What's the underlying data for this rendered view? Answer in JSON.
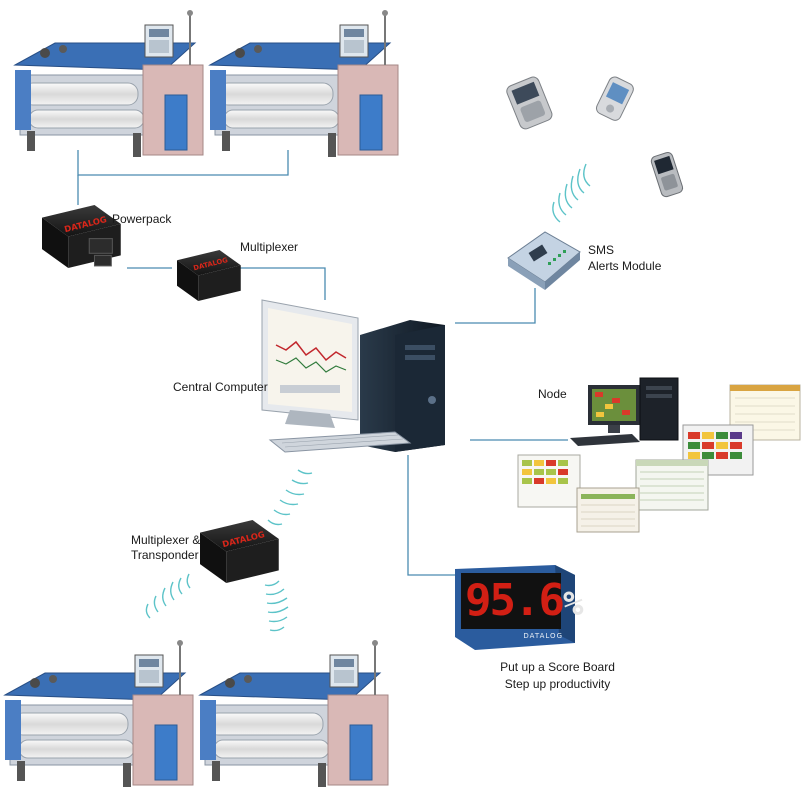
{
  "labels": {
    "powerpack": "Powerpack",
    "multiplexer": "Multiplexer",
    "sms_line1": "SMS",
    "sms_line2": "Alerts Module",
    "central_computer": "Central Computer",
    "node": "Node",
    "multiplexer_transponder_line1": "Multiplexer &",
    "multiplexer_transponder_line2": "Transponder",
    "scoreboard_line1": "Put up a Score Board",
    "scoreboard_line2": "Step up productivity"
  },
  "device_brand": "DATALOG",
  "scoreboard": {
    "reading": "95.6",
    "unit_symbol": "%"
  },
  "colors": {
    "connector": "#4a8bb0",
    "wireless": "#5cc3c8",
    "brand_red": "#d8261a",
    "scoreboard_frame": "#2b5c9e"
  },
  "icons": [
    "loom-machine-icon",
    "powerpack-box-icon",
    "multiplexer-box-icon",
    "transponder-box-icon",
    "central-computer-icon",
    "sms-module-icon",
    "mobile-phone-icon",
    "node-workstation-icon",
    "report-screenshot-icon",
    "scoreboard-display-icon",
    "wireless-signal-icon"
  ]
}
